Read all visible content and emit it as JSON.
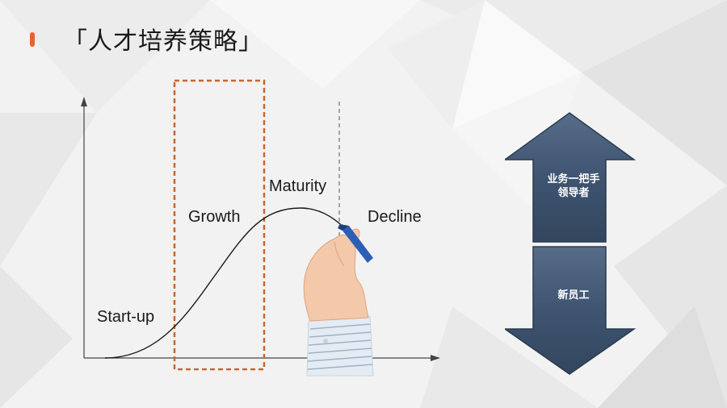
{
  "title": "「人才培养策略」",
  "stages": {
    "startup": "Start-up",
    "growth": "Growth",
    "maturity": "Maturity",
    "decline": "Decline"
  },
  "arrow": {
    "top_text_line1": "业务一把手",
    "top_text_line2": "领导者",
    "bottom_text": "新员工"
  },
  "colors": {
    "accent": "#e8642c",
    "highlight_box": "#c8672e",
    "arrow_fill": "#3e5470"
  }
}
